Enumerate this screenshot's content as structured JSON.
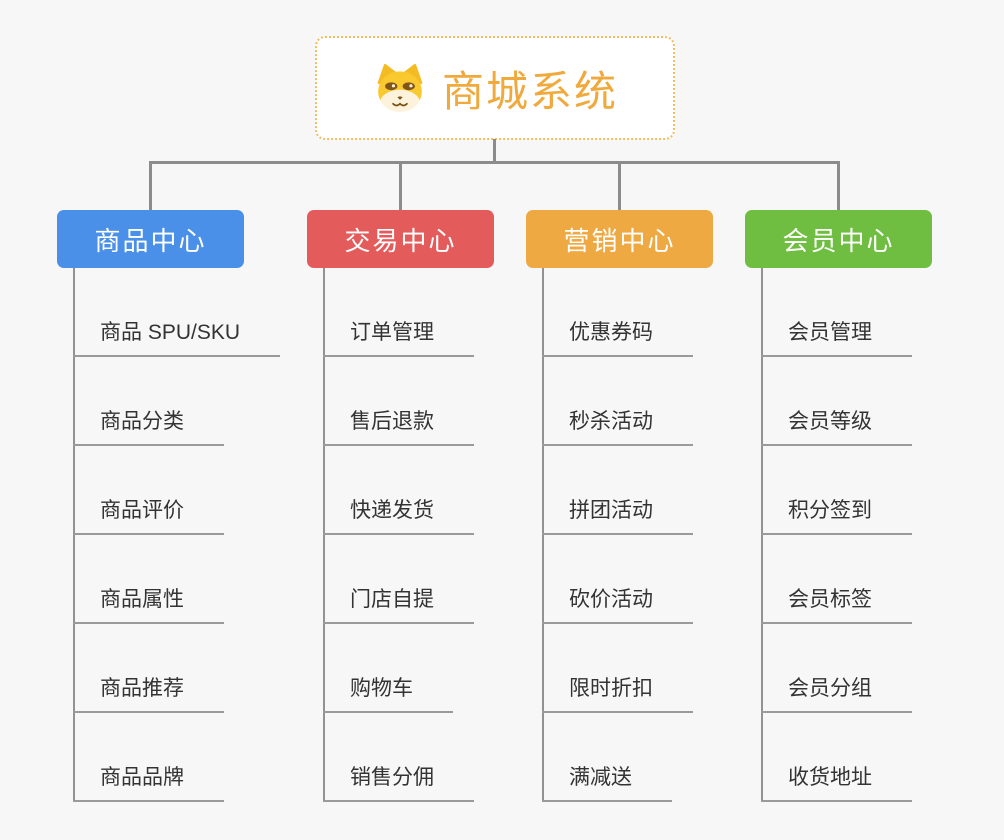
{
  "canvas": {
    "background": "#F7F7F7",
    "connector_color": "#8C8C8C"
  },
  "root": {
    "title": "商城系统",
    "title_color": "#F0A93C",
    "border_color": "#F3BC62",
    "icon": "dog-face"
  },
  "branches": [
    {
      "label": "商品中心",
      "color": "#4A90E8",
      "items": [
        "商品 SPU/SKU",
        "商品分类",
        "商品评价",
        "商品属性",
        "商品推荐",
        "商品品牌"
      ]
    },
    {
      "label": "交易中心",
      "color": "#E45B5B",
      "items": [
        "订单管理",
        "售后退款",
        "快递发货",
        "门店自提",
        "购物车",
        "销售分佣"
      ]
    },
    {
      "label": "营销中心",
      "color": "#EEA943",
      "items": [
        "优惠券码",
        "秒杀活动",
        "拼团活动",
        "砍价活动",
        "限时折扣",
        "满减送"
      ]
    },
    {
      "label": "会员中心",
      "color": "#6FBE41",
      "items": [
        "会员管理",
        "会员等级",
        "积分签到",
        "会员标签",
        "会员分组",
        "收货地址"
      ]
    }
  ]
}
